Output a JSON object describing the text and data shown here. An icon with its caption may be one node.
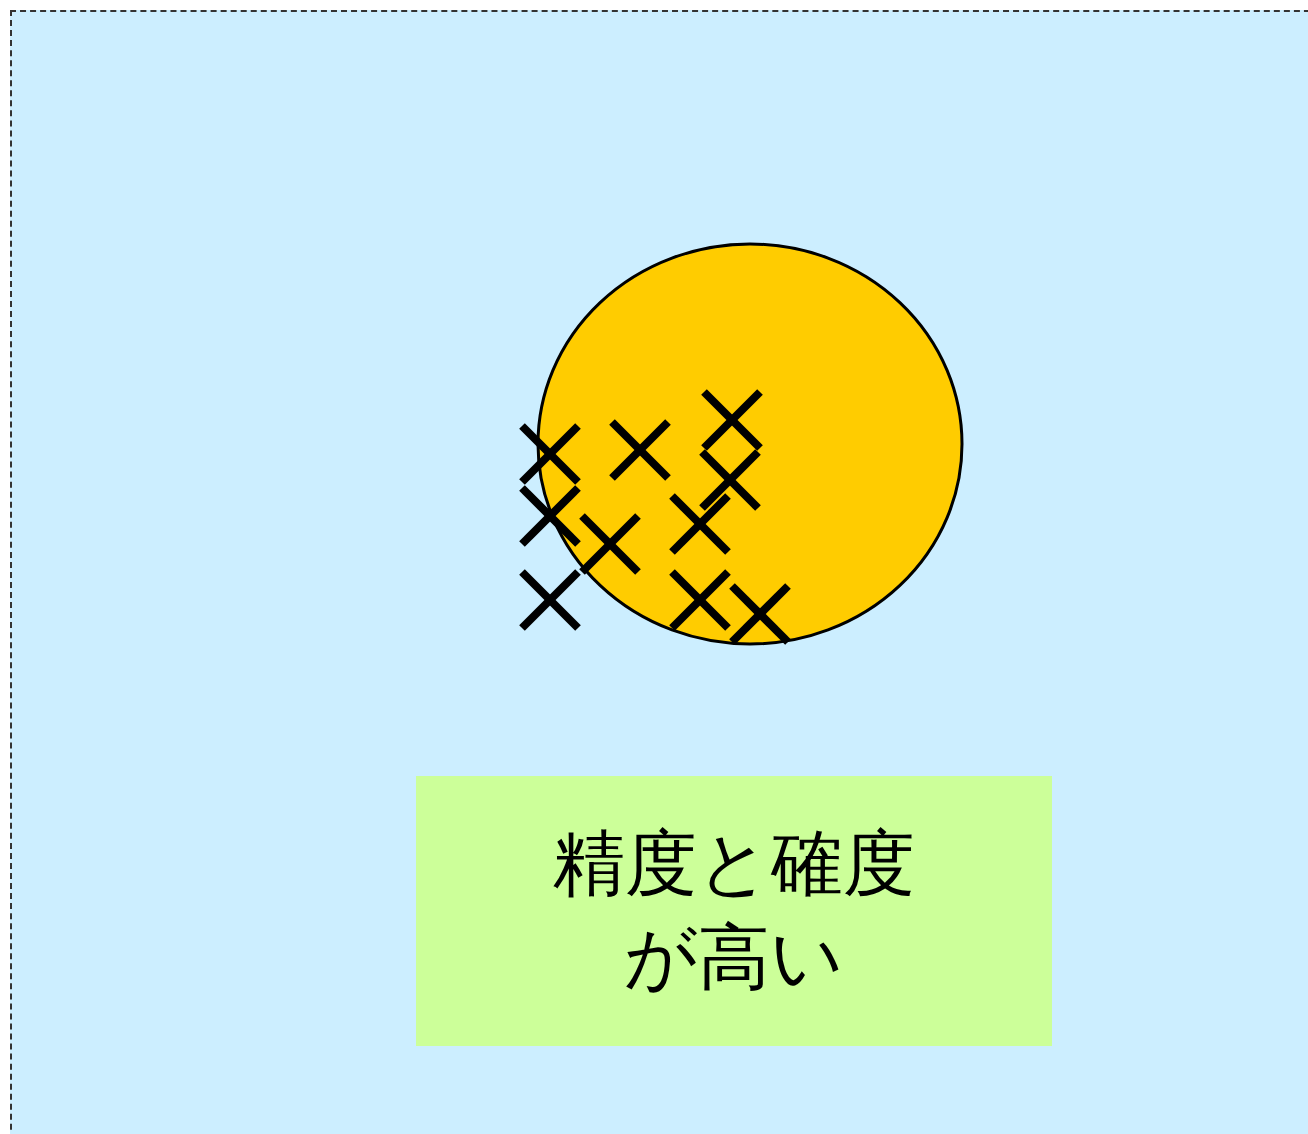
{
  "diagram": {
    "nodes": [
      {
        "text": [],
        "shape": "box"
      },
      {
        "text": [
          "精度と確度が高い"
        ],
        "in": 0
      }
    ]
  }
}
